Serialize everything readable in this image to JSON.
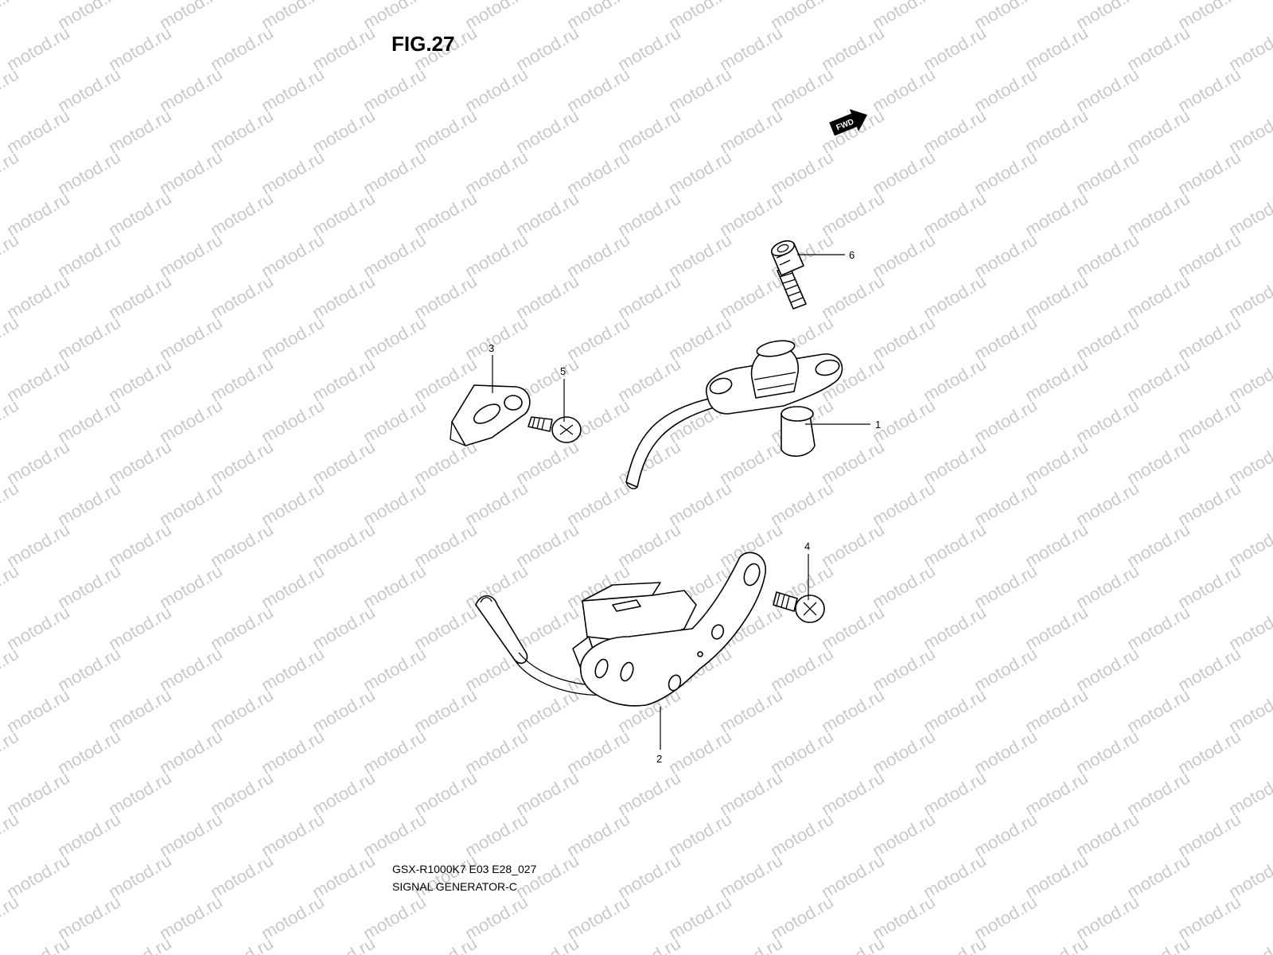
{
  "figure": {
    "title": "FIG.27"
  },
  "watermark": {
    "text": "motod.ru"
  },
  "fwd_arrow": {
    "label": "FWD"
  },
  "callouts": [
    "1",
    "2",
    "3",
    "4",
    "5",
    "6"
  ],
  "footer": {
    "code": "GSX-R1000K7 E03 E28_027",
    "name": "SIGNAL GENERATOR-C"
  }
}
